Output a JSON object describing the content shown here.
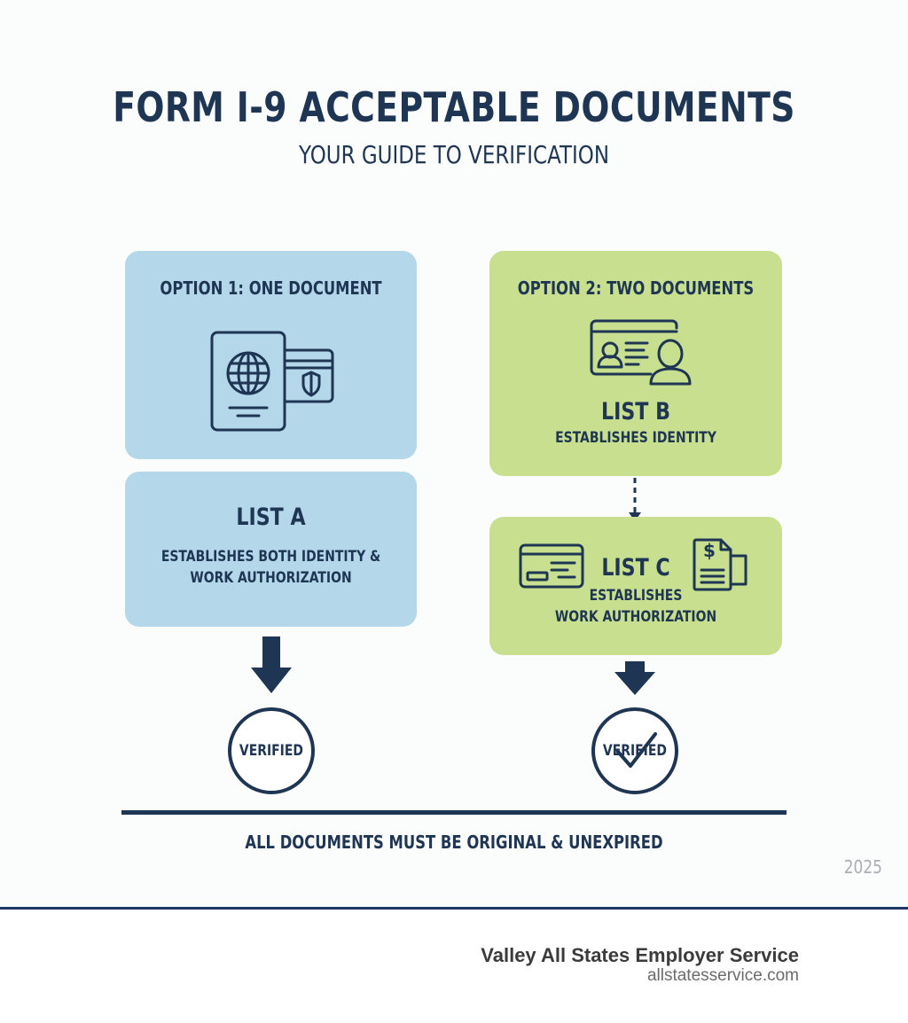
{
  "header": {
    "title": "FORM I-9 ACCEPTABLE DOCUMENTS",
    "subtitle": "YOUR GUIDE TO VERIFICATION"
  },
  "option1": {
    "heading": "OPTION 1: ONE DOCUMENT",
    "icon": "passport-and-id-card-icon",
    "list": {
      "title": "LIST A",
      "desc_line1": "ESTABLISHES BOTH IDENTITY &",
      "desc_line2": "WORK AUTHORIZATION"
    },
    "result": "VERIFIED"
  },
  "option2": {
    "heading": "OPTION 2: TWO DOCUMENTS",
    "list_b": {
      "icon": "identity-card-person-icon",
      "title": "LIST B",
      "desc": "ESTABLISHES IDENTITY"
    },
    "list_c": {
      "icons": [
        "card-icon",
        "pay-document-icon"
      ],
      "title": "LIST C",
      "desc_line1": "ESTABLISHES",
      "desc_line2": "WORK AUTHORIZATION"
    },
    "result": "VERIFIED"
  },
  "footnote": "ALL DOCUMENTS MUST BE ORIGINAL & UNEXPIRED",
  "year": "2025",
  "footer": {
    "company": "Valley All States Employer Service",
    "website": "allstatesservice.com"
  },
  "colors": {
    "navy": "#1e3553",
    "option1_blue": "#b4d7ea",
    "option2_green": "#c7df8e",
    "footer_rule": "#1d3a66",
    "year_gray": "#a9aeb3"
  }
}
